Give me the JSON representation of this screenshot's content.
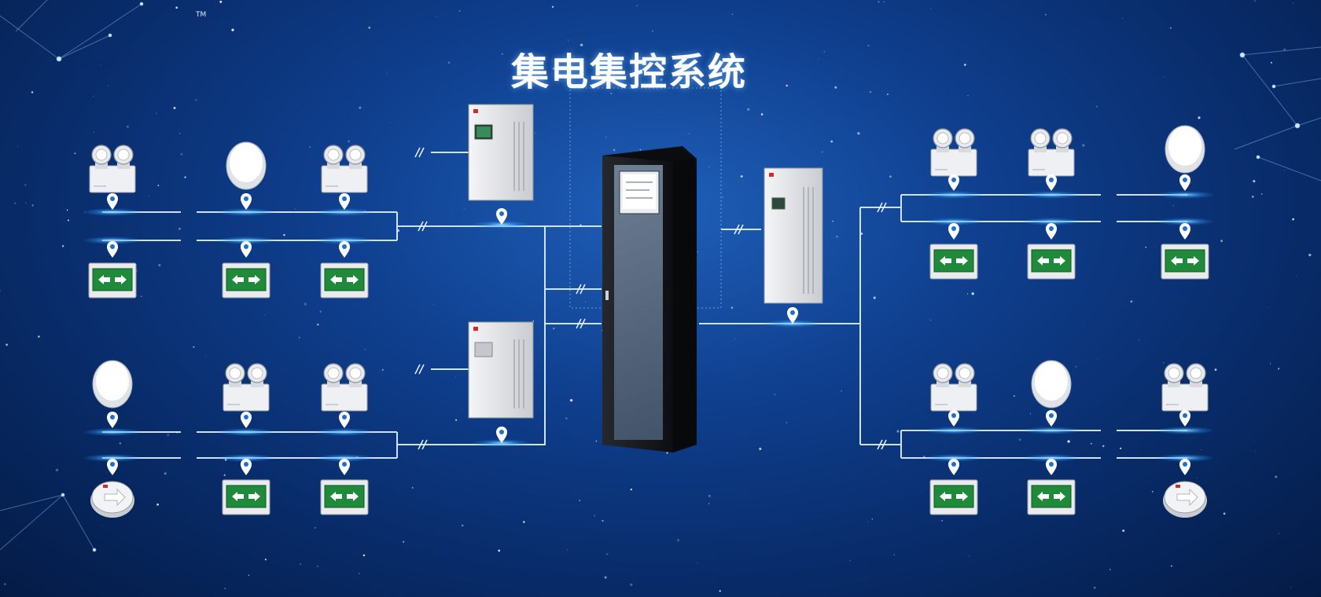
{
  "title": "集电集控系统",
  "trademark": "TM",
  "colors": {
    "background_top": "#1f5fb8",
    "background_bottom": "#041b45",
    "wire": "#d8ecff",
    "glow": "#3fb2ff",
    "exit_sign_green": "#1f8a3a",
    "cabinet_black": "#1a1c20"
  },
  "devices": {
    "main_cabinet": "central-control-cabinet",
    "distribution_boxes": [
      "distribution-box-top",
      "distribution-box-bottom",
      "distribution-box-right"
    ],
    "fixture_types": [
      "twin-head-emergency-light",
      "round-ceiling-emergency-light",
      "exit-sign",
      "directional-floor-sign"
    ]
  },
  "fixture_grid": {
    "left_top": {
      "top_row": [
        "twin",
        "round",
        "twin"
      ],
      "bottom_row": [
        "exit",
        "exit",
        "exit"
      ]
    },
    "left_bottom": {
      "top_row": [
        "round",
        "twin",
        "twin"
      ],
      "bottom_row": [
        "floor",
        "exit",
        "exit"
      ]
    },
    "right_top": {
      "top_row": [
        "twin",
        "twin",
        "round"
      ],
      "bottom_row": [
        "exit",
        "exit",
        "exit"
      ]
    },
    "right_bottom": {
      "top_row": [
        "twin",
        "round",
        "twin"
      ],
      "bottom_row": [
        "exit",
        "exit",
        "floor"
      ]
    }
  }
}
